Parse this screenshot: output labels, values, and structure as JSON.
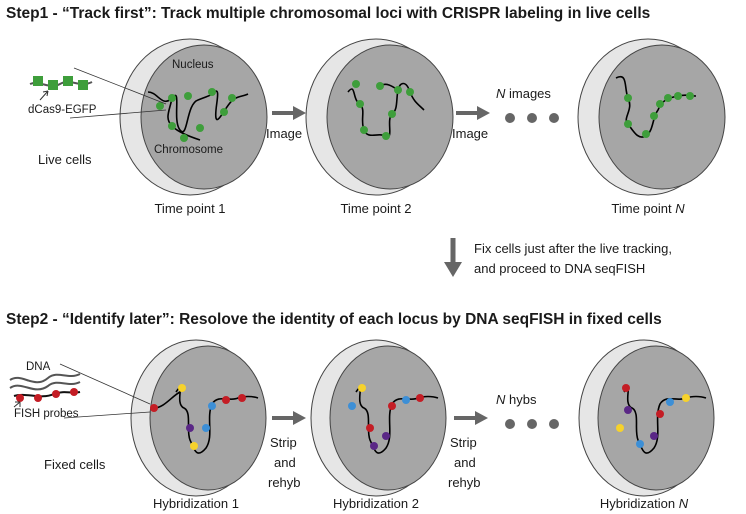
{
  "step1": {
    "title": "Step1 - “Track first”: Track multiple chromosomal loci with CRISPR labeling in live cells",
    "probe_label": "dCas9-EGFP",
    "nucleus_label": "Nucleus",
    "chromosome_label": "Chromosome",
    "cell_label": "Live cells",
    "arrow1_label": "Image",
    "arrow2_label": "Image",
    "n_label_italic": "N",
    "n_label_rest": " images",
    "time1": "Time point 1",
    "time2": "Time point 2",
    "timeN_prefix": "Time point ",
    "timeN_italic": "N"
  },
  "transition": {
    "line1": "Fix cells just after the live tracking,",
    "line2": "and proceed to DNA seqFISH"
  },
  "step2": {
    "title": "Step2 - “Identify later”: Resolove the identity of each locus by DNA seqFISH in fixed cells",
    "dna_label": "DNA",
    "probe_label": "FISH probes",
    "cell_label": "Fixed cells",
    "arrow_label_1": "Strip",
    "arrow_label_2": "and",
    "arrow_label_3": "rehyb",
    "n_label_italic": "N",
    "n_label_rest": " hybs",
    "hyb1": "Hybridization 1",
    "hyb2": "Hybridization 2",
    "hybN_prefix": "Hybridization ",
    "hybN_italic": "N"
  },
  "colors": {
    "outer_cell": "#e6e6e6",
    "nucleus": "#a6a6a6",
    "green": "#3e9e3b",
    "red": "#c41d25",
    "blue": "#3d8fd6",
    "yellow": "#f6d22c",
    "purple": "#5a2786",
    "arrow": "#666666"
  }
}
